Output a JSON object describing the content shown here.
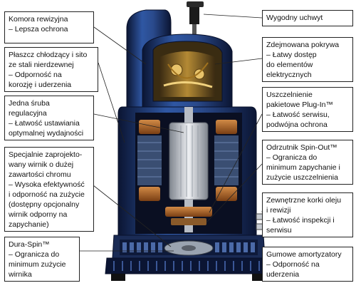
{
  "callouts_left": [
    {
      "id": "komora",
      "lines": [
        "Komora rewizyjna",
        "– Lepsza ochrona"
      ]
    },
    {
      "id": "plaszcz",
      "lines": [
        "Płaszcz chłodzący i sito",
        "ze stali nierdzewnej",
        "– Odporność na",
        "korozję i uderzenia"
      ]
    },
    {
      "id": "sruba",
      "lines": [
        "Jedna śruba",
        "regulacyjna",
        "– Łatwość ustawiania",
        "optymalnej wydajności"
      ]
    },
    {
      "id": "wirnik",
      "lines": [
        "Specjalnie zaprojekto-",
        "wany wirnik o dużej",
        "zawartości chromu",
        "– Wysoka efektywność",
        "i odporność na zużycie",
        "(dostępny opcjonalny",
        "wirnik odporny na",
        "zapychanie)"
      ]
    },
    {
      "id": "duraspin",
      "lines": [
        "Dura-Spin™",
        "– Ogranicza do",
        "minimum zużycie",
        "wirnika"
      ]
    }
  ],
  "callouts_right": [
    {
      "id": "uchwyt",
      "lines": [
        "Wygodny uchwyt"
      ]
    },
    {
      "id": "pokrywa",
      "lines": [
        "Zdejmowana pokrywa",
        "– Łatwy dostęp",
        "do elementów",
        "elektrycznych"
      ]
    },
    {
      "id": "uszczelnienie",
      "lines": [
        "Uszczelnienie",
        "pakietowe Plug-In™",
        "– Łatwość serwisu,",
        "podwójna ochrona"
      ]
    },
    {
      "id": "spinout",
      "lines": [
        "Odrzutnik Spin-Out™",
        "– Ogranicza do",
        "minimum zapychanie i",
        "zużycie uszczelnienia"
      ]
    },
    {
      "id": "korki",
      "lines": [
        "Zewnętrzne korki oleju",
        "i rewizji",
        "– Łatwość inspekcji i",
        "serwisu"
      ]
    },
    {
      "id": "amortyzatory",
      "lines": [
        "Gumowe amortyzatory",
        "– Odporność na",
        "uderzenia"
      ]
    }
  ],
  "colors": {
    "pump_blue": "#2a4a8c",
    "pump_dark": "#0e1a3a",
    "copper": "#b86a2a",
    "rotor_silver": "#c8ccd2",
    "wiring_gold": "#c99a3a"
  },
  "icon": "submersible-pump-cutaway"
}
